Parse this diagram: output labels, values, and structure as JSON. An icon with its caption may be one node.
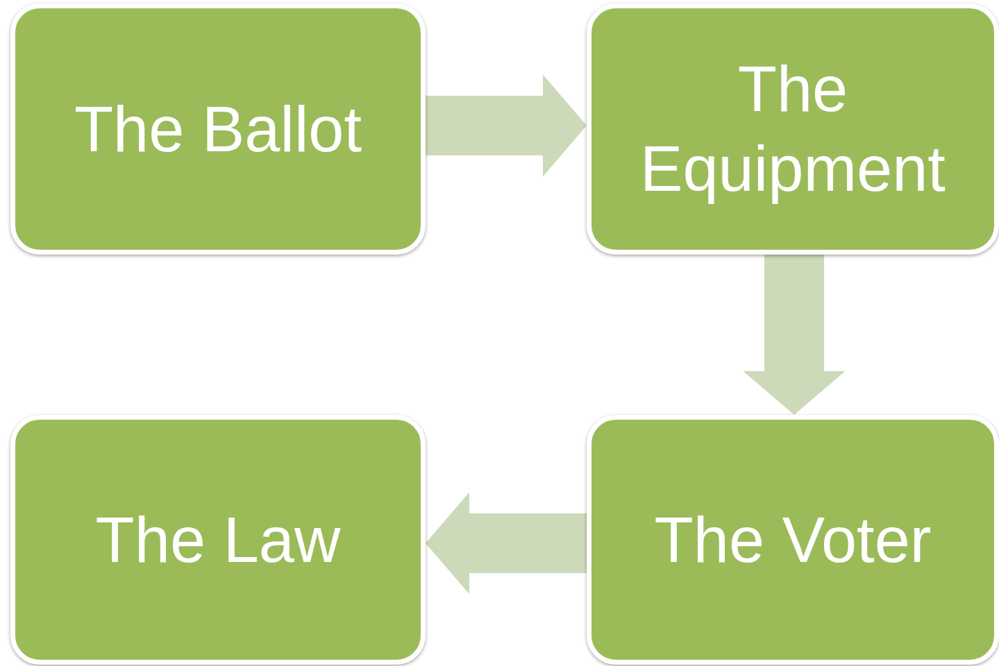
{
  "diagram": {
    "nodes": [
      {
        "text": [
          "The Ballot"
        ]
      },
      {
        "text": [
          "The Equipment"
        ]
      },
      {
        "text": [
          "The Voter"
        ]
      },
      {
        "text": [
          "The Law"
        ]
      }
    ],
    "edges": [
      {
        "from": 0,
        "to": 1,
        "arrow": "to"
      },
      {
        "from": 1,
        "to": 2,
        "arrow": "to"
      },
      {
        "from": 2,
        "to": 3,
        "arrow": "to"
      }
    ]
  }
}
